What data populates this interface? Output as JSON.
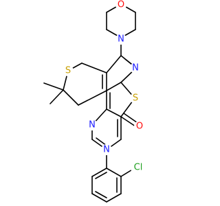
{
  "colors": {
    "background": "#ffffff",
    "bond": "#000000",
    "N": "#1a1aff",
    "O": "#ff0d0d",
    "S": "#c8a000",
    "Cl": "#1fa01f"
  },
  "atom_labels": {
    "morpholine_O": "O",
    "morpholine_N": "N",
    "pyridine_N": "N",
    "thiopyran_S": "S",
    "thiophene_S": "S",
    "pyrimidine_N1": "N",
    "pyrimidine_N3": "N",
    "carbonyl_O": "O",
    "chloro": "Cl"
  }
}
